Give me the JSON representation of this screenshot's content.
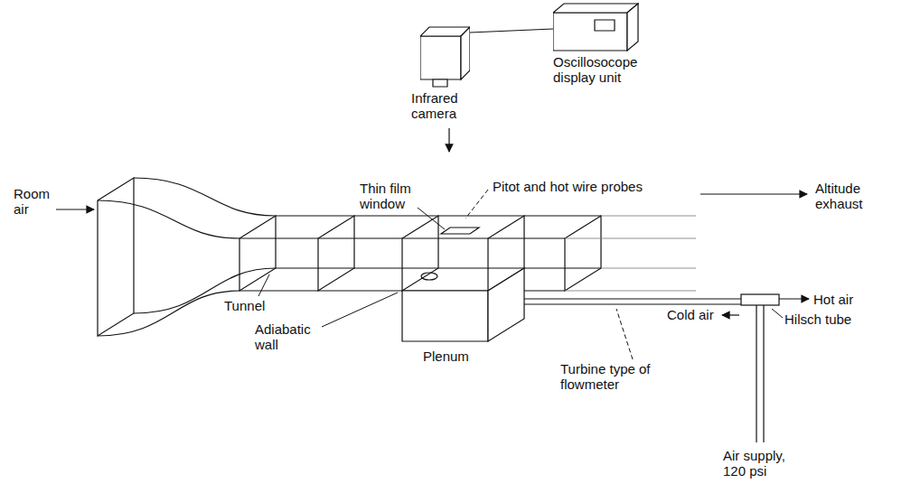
{
  "diagram": {
    "nodes": [
      {
        "text": [
          "Infrared camera"
        ]
      },
      {
        "text": [
          "Oscillosocope display unit"
        ]
      }
    ],
    "edges": [
      {
        "from": 0,
        "to": 1,
        "arrow": "none"
      }
    ],
    "labels": [
      "Room air",
      "Thin film window",
      "Pitot and hot wire probes",
      "Altitude exhaust",
      "Tunnel",
      "Adiabatic wall",
      "Plenum",
      "Cold air",
      "Hot air",
      "Hilsch tube",
      "Turbine type of flowmeter",
      "Air supply, 120 psi"
    ]
  }
}
